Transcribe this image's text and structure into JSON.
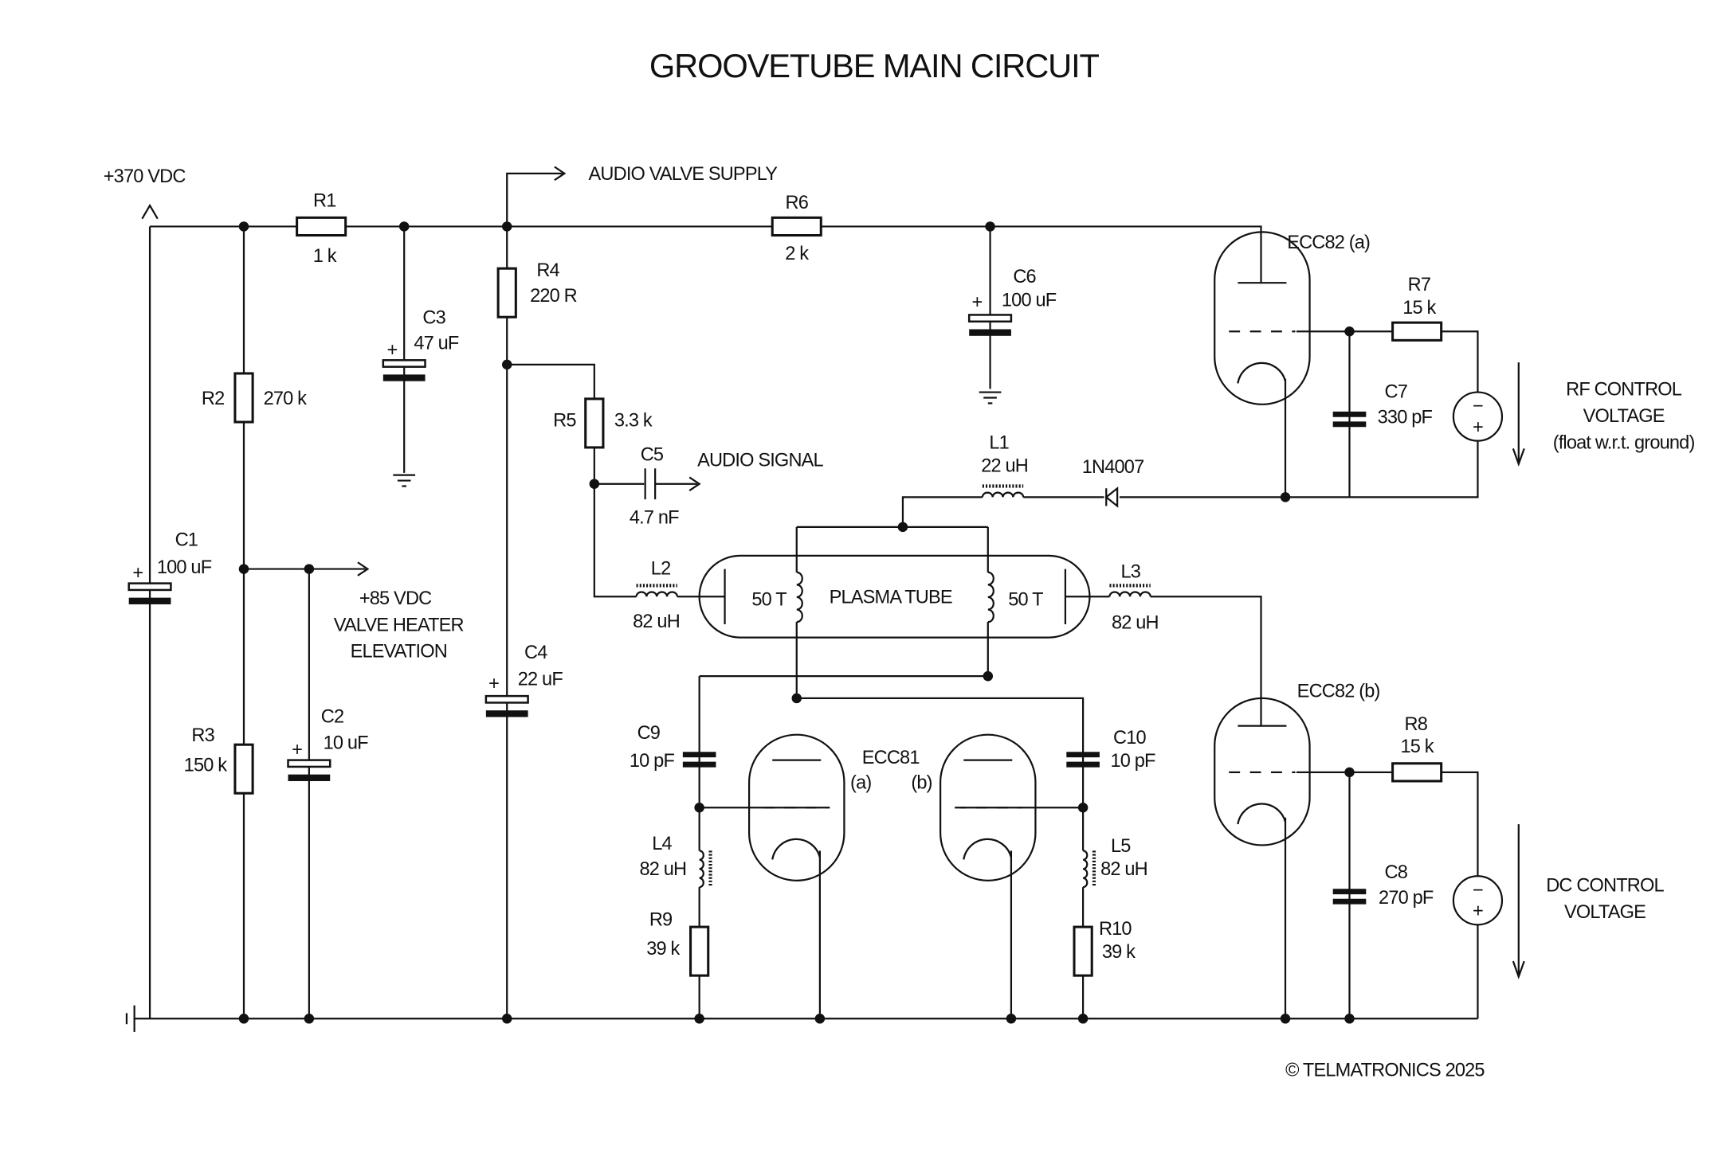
{
  "title": "GROOVETUBE MAIN CIRCUIT",
  "nets": {
    "supply": "+370 VDC",
    "audio_valve_supply": "AUDIO VALVE SUPPLY",
    "audio_signal": "AUDIO SIGNAL",
    "heater_1": "+85 VDC",
    "heater_2": "VALVE HEATER",
    "heater_3": "ELEVATION",
    "rf_1": "RF CONTROL",
    "rf_2": "VOLTAGE",
    "rf_3": "(float w.r.t. ground)",
    "dc_1": "DC CONTROL",
    "dc_2": "VOLTAGE"
  },
  "components": {
    "R1": {
      "ref": "R1",
      "value": "1 k"
    },
    "R2": {
      "ref": "R2",
      "value": "270 k"
    },
    "R3": {
      "ref": "R3",
      "value": "150 k"
    },
    "R4": {
      "ref": "R4",
      "value": "220 R"
    },
    "R5": {
      "ref": "R5",
      "value": "3.3 k"
    },
    "R6": {
      "ref": "R6",
      "value": "2 k"
    },
    "R7": {
      "ref": "R7",
      "value": "15 k"
    },
    "R8": {
      "ref": "R8",
      "value": "15 k"
    },
    "R9": {
      "ref": "R9",
      "value": "39 k"
    },
    "R10": {
      "ref": "R10",
      "value": "39 k"
    },
    "C1": {
      "ref": "C1",
      "value": "100 uF"
    },
    "C2": {
      "ref": "C2",
      "value": "10 uF"
    },
    "C3": {
      "ref": "C3",
      "value": "47 uF"
    },
    "C4": {
      "ref": "C4",
      "value": "22 uF"
    },
    "C5": {
      "ref": "C5",
      "value": "4.7 nF"
    },
    "C6": {
      "ref": "C6",
      "value": "100 uF"
    },
    "C7": {
      "ref": "C7",
      "value": "330 pF"
    },
    "C8": {
      "ref": "C8",
      "value": "270 pF"
    },
    "C9": {
      "ref": "C9",
      "value": "10 pF"
    },
    "C10": {
      "ref": "C10",
      "value": "10 pF"
    },
    "L1": {
      "ref": "L1",
      "value": "22 uH"
    },
    "L2": {
      "ref": "L2",
      "value": "82 uH"
    },
    "L3": {
      "ref": "L3",
      "value": "82 uH"
    },
    "L4": {
      "ref": "L4",
      "value": "82 uH"
    },
    "L5": {
      "ref": "L5",
      "value": "82 uH"
    },
    "D1": {
      "value": "1N4007"
    },
    "V1": {
      "ref": "ECC82 (a)"
    },
    "V2": {
      "ref": "ECC82 (b)"
    },
    "V3": {
      "ref": "ECC81",
      "a": "(a)",
      "b": "(b)"
    },
    "plasma": {
      "label": "PLASMA TUBE",
      "turns_left": "50 T",
      "turns_right": "50 T"
    }
  },
  "plus_sign": "+",
  "minus_sign": "−",
  "copyright": "© TELMATRONICS 2025"
}
